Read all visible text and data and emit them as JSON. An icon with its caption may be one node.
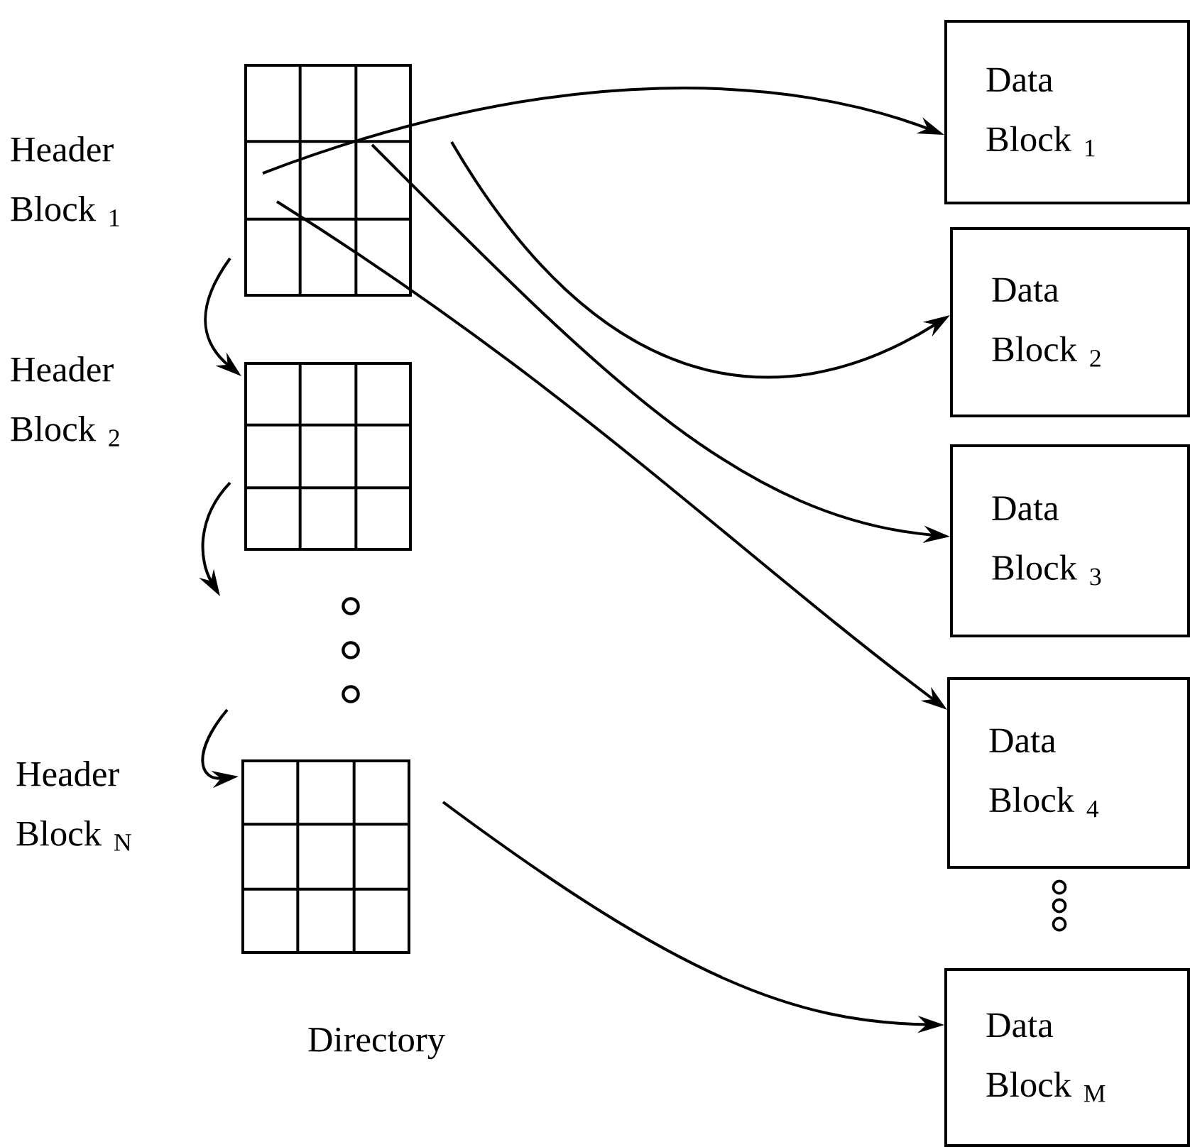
{
  "diagram": {
    "nodes": [
      {
        "text": [],
        "shape": "grid",
        "beside": [
          "Header Block $_{1}$"
        ]
      },
      {
        "text": [],
        "shape": "grid",
        "beside": [
          "Header Block $_{2}$"
        ]
      },
      {
        "text": [],
        "shape": "grid",
        "beside": [
          "Header Block $_{N}$"
        ]
      },
      {
        "text": [
          "Data Block $_{1}$"
        ]
      },
      {
        "text": [
          "Data Block $_{2}$"
        ]
      },
      {
        "text": [
          "Data Block $_{3}$"
        ]
      },
      {
        "text": [
          "Data Block $_{4}$"
        ]
      },
      {
        "text": [
          "Data Block $_{M}$"
        ]
      }
    ],
    "edges": [
      {
        "from": 0,
        "to": 3,
        "arrow": "to"
      },
      {
        "from": 0,
        "to": 4,
        "arrow": "to"
      },
      {
        "from": 0,
        "to": 5,
        "arrow": "to"
      },
      {
        "from": 0,
        "to": 6,
        "arrow": "to"
      },
      {
        "from": 2,
        "to": 7,
        "arrow": "to"
      },
      {
        "from": 0,
        "to": 1,
        "arrow": "to"
      },
      {
        "from": 1,
        "to": null,
        "arrow": "to"
      },
      {
        "from": null,
        "to": 2,
        "arrow": "to"
      }
    ],
    "labels": [
      "Directory"
    ]
  }
}
